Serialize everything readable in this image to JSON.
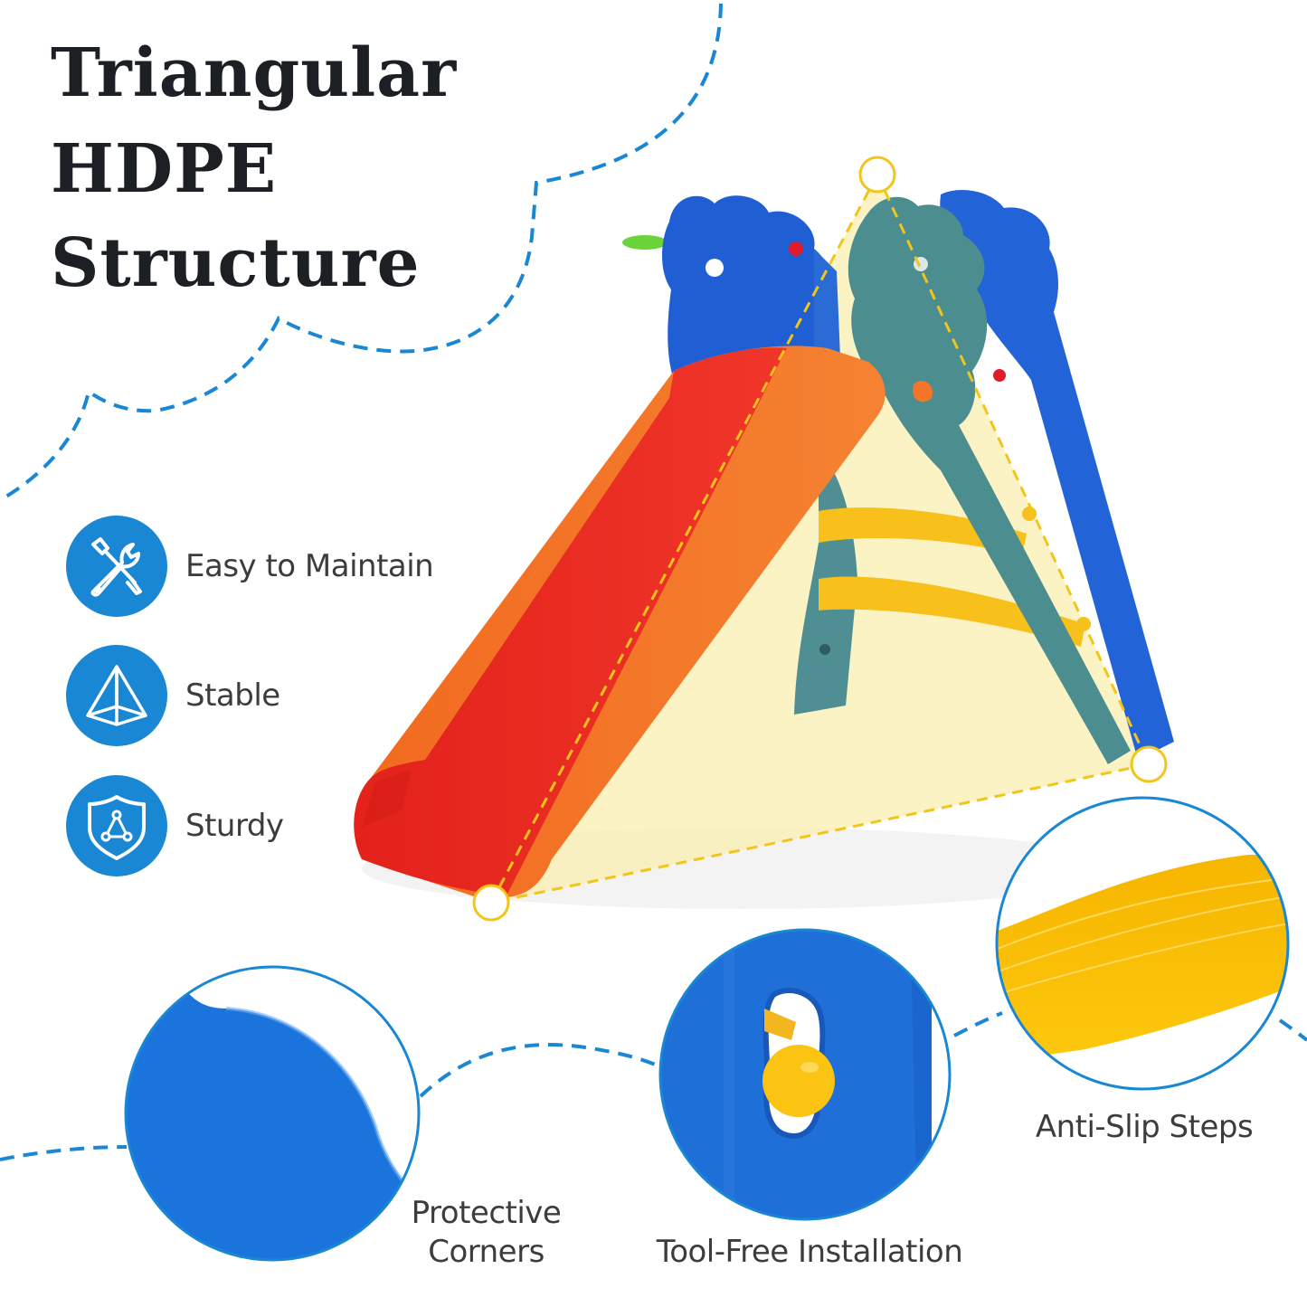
{
  "headline": {
    "line1": "Triangular",
    "line2": "HDPE",
    "line3": "Structure"
  },
  "features": [
    {
      "label": "Easy to Maintain",
      "icon": "wrench-screwdriver-icon"
    },
    {
      "label": "Stable",
      "icon": "pyramid-icon"
    },
    {
      "label": "Sturdy",
      "icon": "shield-triangle-icon"
    }
  ],
  "callouts": [
    {
      "label_line1": "Protective",
      "label_line2": "Corners",
      "image": "blue-rounded-corner-closeup"
    },
    {
      "label": "Tool-Free Installation",
      "image": "yellow-peg-in-blue-frame-closeup"
    },
    {
      "label": "Anti-Slip Steps",
      "image": "yellow-ribbed-step-closeup"
    }
  ],
  "product": {
    "name": "toddler-folding-slide",
    "colors": {
      "slide_red": "#e2231a",
      "slide_orange": "#f26d21",
      "frame_blue": "#1f63d6",
      "frame_teal": "#4f8c8f",
      "step_yellow": "#f6c014",
      "triangle_fill": "#fbefb0",
      "triangle_stroke": "#f2c51a"
    }
  },
  "theme": {
    "accent_blue": "#1a87d4",
    "text_dark": "#1c1f24",
    "text_gray": "#3c3c3c"
  }
}
